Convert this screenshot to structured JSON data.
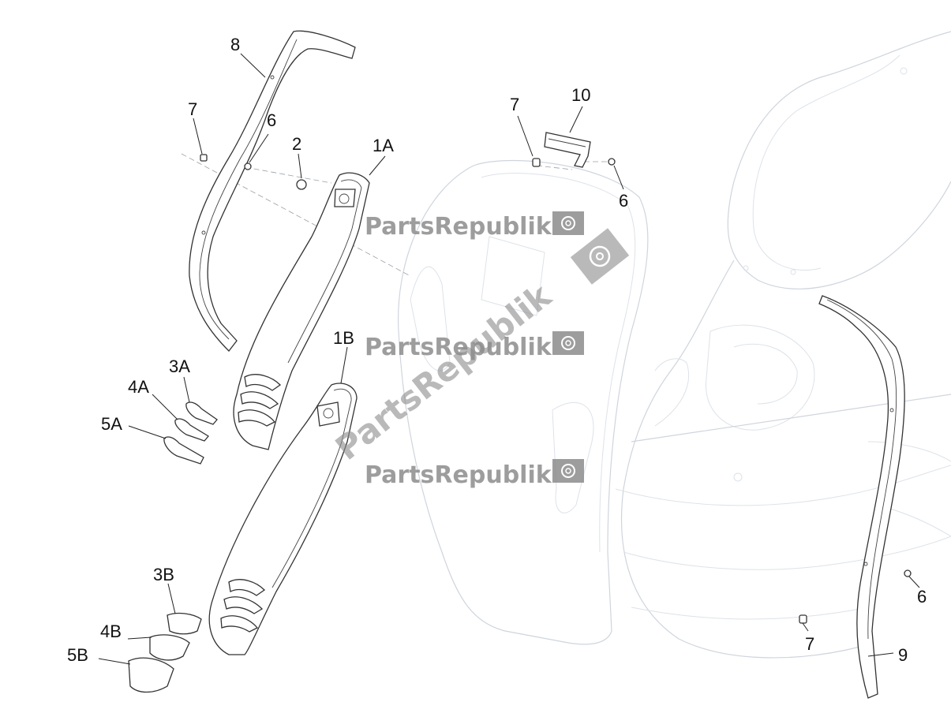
{
  "labels": {
    "p8": "8",
    "p7a": "7",
    "p6a": "6",
    "p2": "2",
    "p1A": "1A",
    "p7b": "7",
    "p10": "10",
    "p6b": "6",
    "p1B": "1B",
    "p3A": "3A",
    "p4A": "4A",
    "p5A": "5A",
    "p3B": "3B",
    "p4B": "4B",
    "p5B": "5B",
    "p6c": "6",
    "p7c": "7",
    "p9": "9"
  },
  "watermark": {
    "text": "PartsRepublik",
    "diagonal": "PartsRepublik",
    "color": "#8c8c8c",
    "icon": "gear-icon"
  }
}
